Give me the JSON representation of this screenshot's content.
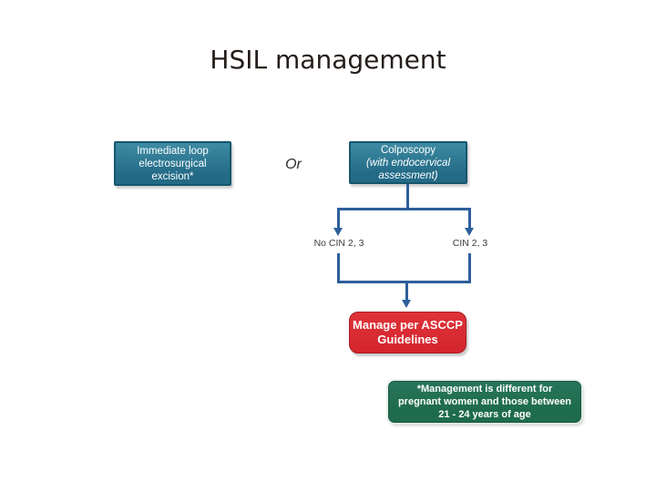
{
  "slide": {
    "title": "HSIL management"
  },
  "flowchart": {
    "or_label": "Or",
    "boxes": {
      "immediate_excision": {
        "lines": [
          "Immediate loop",
          "electrosurgical",
          "excision*"
        ]
      },
      "colposcopy": {
        "lines": [
          "Colposcopy",
          "(with endocervical",
          "assessment)"
        ]
      },
      "manage_asccp": {
        "lines": [
          "Manage per ASCCP",
          "Guidelines"
        ]
      },
      "footnote": {
        "lines": [
          "*Management is different for",
          "pregnant women and those between",
          "21 - 24 years of age"
        ]
      }
    },
    "branch_labels": {
      "left": "No CIN 2, 3",
      "right": "CIN 2, 3"
    }
  },
  "colors": {
    "teal_fill_top": "#3e8ba3",
    "teal_fill_bottom": "#236a86",
    "teal_border": "#17566d",
    "connector_blue": "#2d5f9b",
    "red_fill": "#d4252d",
    "red_fill_top": "#de3239",
    "red_border": "#a81c23",
    "green_fill": "#1f6b4e",
    "green_fill_top": "#27755a",
    "green_border": "#175741",
    "label_text": "#3c3c3c",
    "title_text": "#241d1a",
    "box_text": "#ffffff",
    "slide_bg": "#ffffff"
  }
}
